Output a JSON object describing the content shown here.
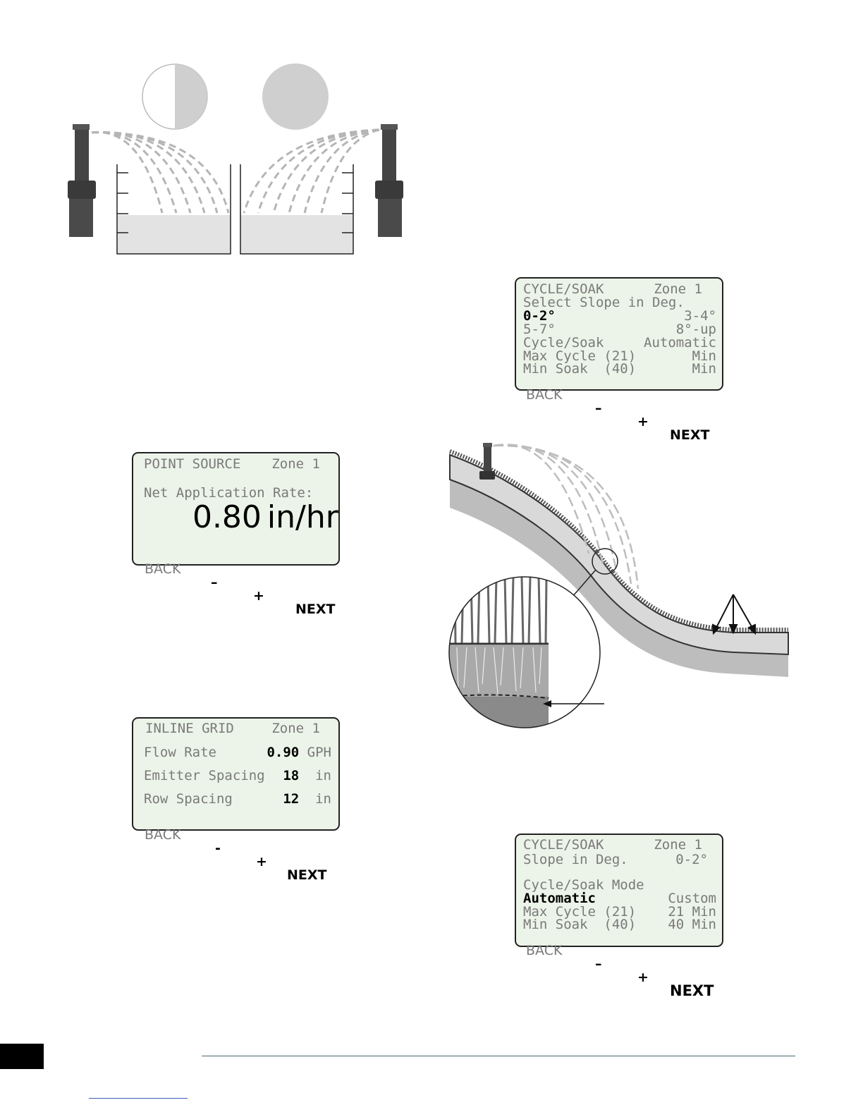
{
  "cycle_soak_select": {
    "header_left": "CYCLE/SOAK",
    "header_right": "Zone 1",
    "prompt": "Select Slope in Deg.",
    "option_1": "0-2°",
    "option_2": "3-4°",
    "option_3": "5-7°",
    "option_4": "8°-up",
    "mode_label": "Cycle/Soak",
    "mode_value": "Automatic",
    "max_cycle_label": "Max Cycle (21)",
    "max_cycle_unit": "Min",
    "min_soak_label": "Min Soak  (40)",
    "min_soak_unit": "Min",
    "back": "BACK",
    "minus": "–",
    "plus": "+",
    "next": "NEXT"
  },
  "point_source": {
    "header_left": "POINT SOURCE",
    "header_right": "Zone 1",
    "label": "Net Application Rate:",
    "value": "0.80",
    "unit": "in/hr",
    "back": "BACK",
    "minus": "–",
    "plus": "+",
    "next": "NEXT"
  },
  "inline_grid": {
    "header_left": "INLINE GRID",
    "header_right": "Zone 1",
    "flow_label": "Flow Rate",
    "flow_value": "0.90",
    "flow_unit": "GPH",
    "emitter_label": "Emitter Spacing",
    "emitter_value": "18",
    "emitter_unit": "in",
    "row_label": "Row Spacing",
    "row_value": "12",
    "row_unit": "in",
    "back": "BACK",
    "minus": "-",
    "plus": "+",
    "next": "NEXT"
  },
  "cycle_soak_mode": {
    "header_left": "CYCLE/SOAK",
    "header_right": "Zone 1",
    "slope_label": "Slope in Deg.",
    "slope_value": "0-2°",
    "mode_label": "Cycle/Soak Mode",
    "mode_auto": "Automatic",
    "mode_custom": "Custom",
    "max_cycle_label": "Max Cycle (21)",
    "max_cycle_value": "21 Min",
    "min_soak_label": "Min Soak  (40)",
    "min_soak_value": "40 Min",
    "back": "BACK",
    "minus": "–",
    "plus": "+",
    "next": "NEXT"
  }
}
